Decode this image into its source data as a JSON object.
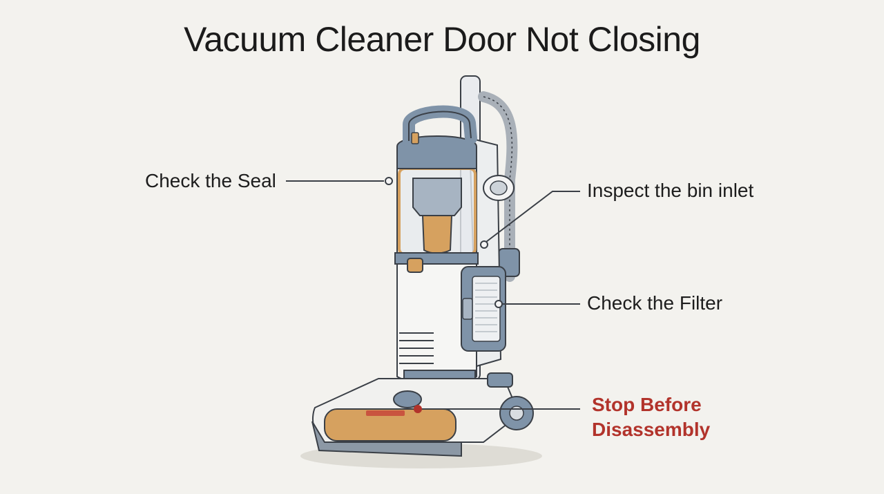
{
  "title": "Vacuum Cleaner Door Not Closing",
  "callouts": {
    "seal": "Check the Seal",
    "inlet": "Inspect the bin inlet",
    "filter": "Check the Filter",
    "stop_line1": "Stop Before",
    "stop_line2": "Disassembly"
  },
  "colors": {
    "background": "#f3f2ee",
    "body_blue": "#7f93a8",
    "accent_orange": "#d6a15f",
    "warning_red": "#b2332b",
    "outline": "#3a3f46"
  }
}
